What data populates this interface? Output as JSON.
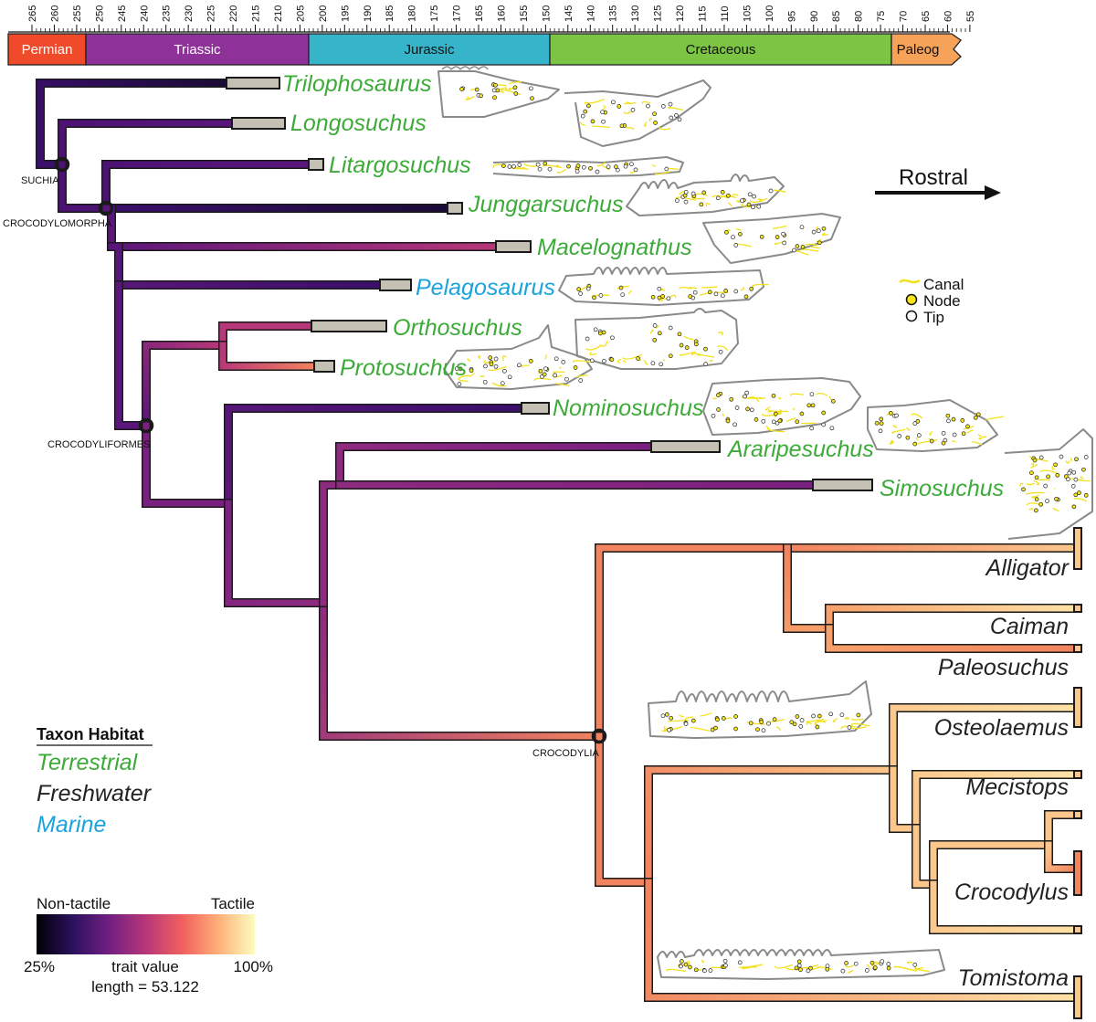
{
  "colors": {
    "terrestrial": "#3cab38",
    "freshwater": "#222222",
    "marine": "#1aa3dc",
    "canal": "#f2e11a",
    "node_fill": "#f5e51a",
    "stratigraphic_bar": "#c4c1b4",
    "skull_outline": "#8a8a8a"
  },
  "timescale": {
    "ticks": [
      "265",
      "260",
      "255",
      "250",
      "245",
      "240",
      "235",
      "230",
      "225",
      "220",
      "215",
      "210",
      "205",
      "200",
      "195",
      "190",
      "185",
      "180",
      "175",
      "170",
      "165",
      "160",
      "155",
      "150",
      "145",
      "140",
      "135",
      "130",
      "125",
      "120",
      "115",
      "110",
      "105",
      "100",
      "95",
      "90",
      "85",
      "80",
      "75",
      "70",
      "65",
      "60",
      "55"
    ],
    "periods": [
      {
        "name": "Permian",
        "color": "#ef4a2a"
      },
      {
        "name": "Triassic",
        "color": "#8e3199"
      },
      {
        "name": "Jurassic",
        "color": "#35b4ca"
      },
      {
        "name": "Cretaceous",
        "color": "#7cc444"
      },
      {
        "name": "Paleog",
        "color": "#f7a259"
      }
    ]
  },
  "taxa": [
    {
      "name": "Trilophosaurus",
      "habitat": "terrestrial"
    },
    {
      "name": "Longosuchus",
      "habitat": "terrestrial"
    },
    {
      "name": "Litargosuchus",
      "habitat": "terrestrial"
    },
    {
      "name": "Junggarsuchus",
      "habitat": "terrestrial"
    },
    {
      "name": "Macelognathus",
      "habitat": "terrestrial"
    },
    {
      "name": "Pelagosaurus",
      "habitat": "marine"
    },
    {
      "name": "Orthosuchus",
      "habitat": "terrestrial"
    },
    {
      "name": "Protosuchus",
      "habitat": "terrestrial"
    },
    {
      "name": "Nominosuchus",
      "habitat": "terrestrial"
    },
    {
      "name": "Araripesuchus",
      "habitat": "terrestrial"
    },
    {
      "name": "Simosuchus",
      "habitat": "terrestrial"
    },
    {
      "name": "Alligator",
      "habitat": "freshwater"
    },
    {
      "name": "Caiman",
      "habitat": "freshwater"
    },
    {
      "name": "Paleosuchus",
      "habitat": "freshwater"
    },
    {
      "name": "Osteolaemus",
      "habitat": "freshwater"
    },
    {
      "name": "Mecistops",
      "habitat": "freshwater"
    },
    {
      "name": "Crocodylus",
      "habitat": "freshwater"
    },
    {
      "name": "Tomistoma",
      "habitat": "freshwater"
    }
  ],
  "clades": [
    "SUCHIA",
    "CROCODYLOMORPHA",
    "CROCODYLIFORMES",
    "CROCODYLIA"
  ],
  "direction_label": "Rostral",
  "key": {
    "canal": "Canal",
    "node": "Node",
    "tip": "Tip"
  },
  "habitat_legend": {
    "title": "Taxon Habitat",
    "items": [
      {
        "label": "Terrestrial",
        "habitat": "terrestrial"
      },
      {
        "label": "Freshwater",
        "habitat": "freshwater"
      },
      {
        "label": "Marine",
        "habitat": "marine"
      }
    ]
  },
  "color_scale": {
    "left_label": "Non-tactile",
    "right_label": "Tactile",
    "min_label": "25%",
    "max_label": "100%",
    "caption": "trait value",
    "length_label": "length = 53.122",
    "stops": [
      "#000004",
      "#2c115f",
      "#721f81",
      "#b73779",
      "#f1605d",
      "#feb078",
      "#fcfdbf"
    ]
  }
}
